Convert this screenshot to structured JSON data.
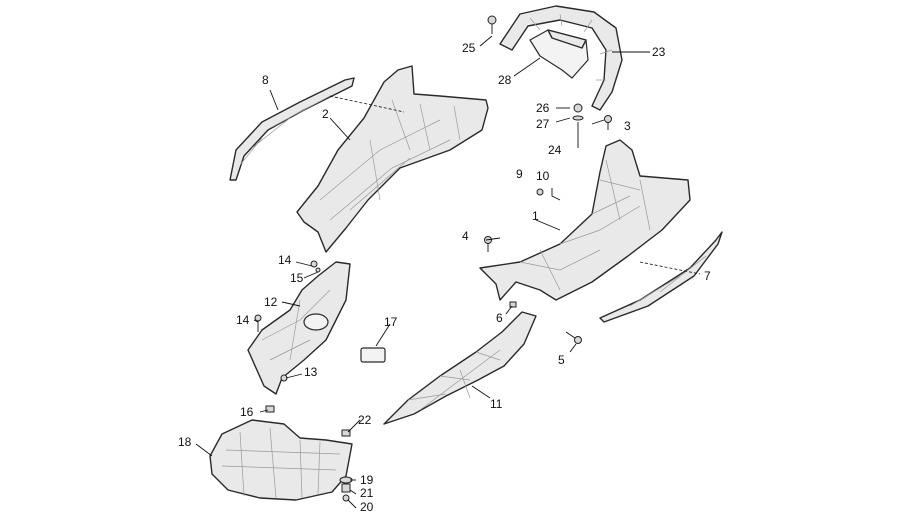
{
  "callouts": {
    "c1": "1",
    "c2": "2",
    "c3": "3",
    "c4": "4",
    "c5": "5",
    "c6": "6",
    "c7": "7",
    "c8": "8",
    "c9": "9",
    "c10": "10",
    "c11": "11",
    "c12": "12",
    "c13": "13",
    "c14a": "14",
    "c14b": "14",
    "c15": "15",
    "c16": "16",
    "c17": "17",
    "c18": "18",
    "c19": "19",
    "c20": "20",
    "c21": "21",
    "c22": "22",
    "c23": "23",
    "c24": "24",
    "c25": "25",
    "c26": "26",
    "c27": "27",
    "c28": "28"
  },
  "colors": {
    "part_fill": "#e9e9e9",
    "line": "#2a2a2a",
    "background": "#ffffff"
  }
}
